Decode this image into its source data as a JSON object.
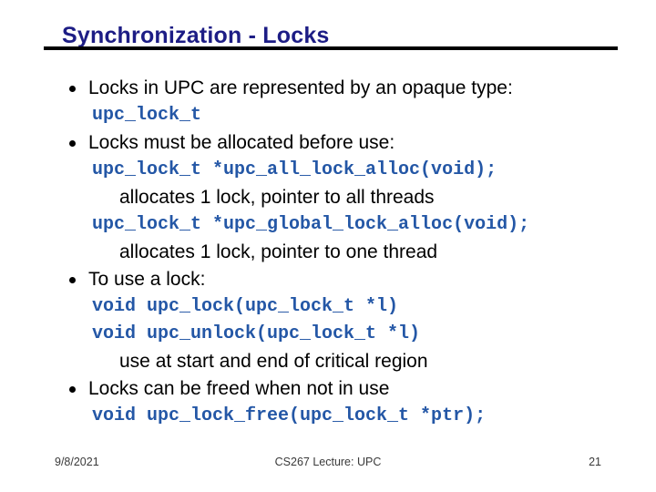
{
  "slide": {
    "title": "Synchronization - Locks",
    "content": [
      {
        "type": "bullet",
        "text": "Locks in UPC are represented by an opaque type:"
      },
      {
        "type": "code",
        "text": "upc_lock_t"
      },
      {
        "type": "bullet",
        "text": "Locks must be allocated before use:"
      },
      {
        "type": "code",
        "text": "upc_lock_t *upc_all_lock_alloc(void);"
      },
      {
        "type": "note",
        "text": "allocates 1 lock, pointer to all threads"
      },
      {
        "type": "code",
        "text": "upc_lock_t *upc_global_lock_alloc(void);"
      },
      {
        "type": "note",
        "text": "allocates 1 lock, pointer to one thread"
      },
      {
        "type": "bullet",
        "text": "To use a lock:"
      },
      {
        "type": "code",
        "text": "void upc_lock(upc_lock_t *l)"
      },
      {
        "type": "code",
        "text": "void upc_unlock(upc_lock_t *l)"
      },
      {
        "type": "note",
        "text": "use at start and end of critical region"
      },
      {
        "type": "bullet",
        "text": "Locks can be freed when not in use"
      },
      {
        "type": "code",
        "text": "void upc_lock_free(upc_lock_t *ptr);"
      }
    ],
    "footer": {
      "date": "9/8/2021",
      "center": "CS267 Lecture: UPC",
      "page": "21"
    },
    "colors": {
      "title": "#1d1d85",
      "code": "#2457a6",
      "body": "#000000",
      "underline": "#000000"
    }
  }
}
